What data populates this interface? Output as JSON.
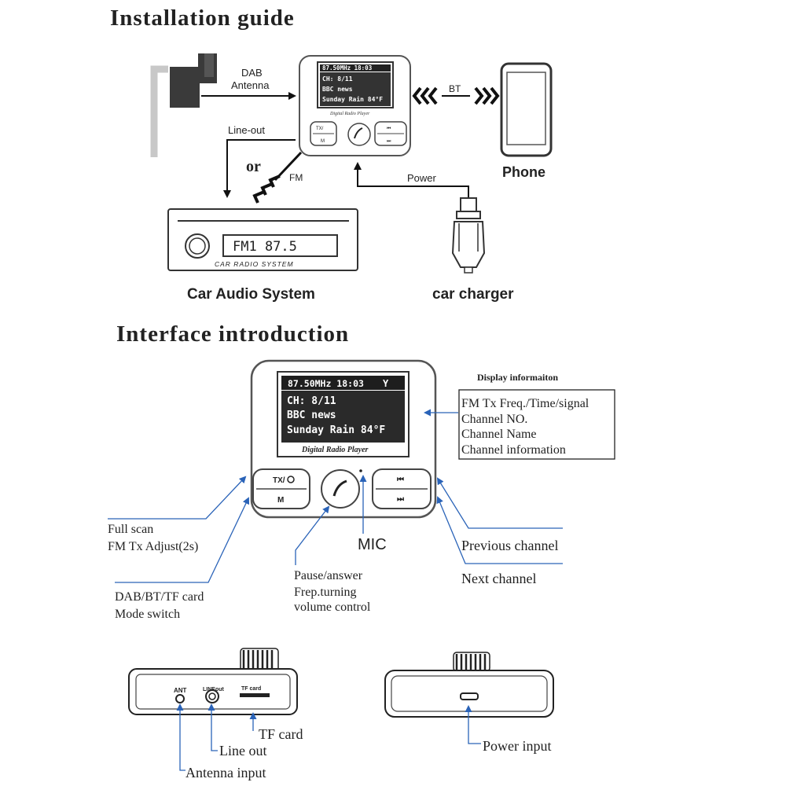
{
  "installation": {
    "title": "Installation guide",
    "dab_antenna_label_line1": "DAB",
    "dab_antenna_label_line2": "Antenna",
    "lineout_label": "Line-out",
    "or_label": "or",
    "fm_label": "FM",
    "bt_label": "BT",
    "power_label": "Power",
    "phone_label": "Phone",
    "car_audio_label": "Car Audio System",
    "car_charger_label": "car charger",
    "car_radio_display": "FM1  87.5",
    "car_radio_caption": "CAR RADIO SYSTEM"
  },
  "device": {
    "screen_line1": "87.50MHz  18:03",
    "screen_line2": "CH: 8/11",
    "screen_line3": "BBC news",
    "screen_line4": "Sunday Rain 84°F",
    "brand": "Digital Radio Player",
    "btn_tx": "TX/",
    "btn_m": "M"
  },
  "interface": {
    "title": "Interface introduction",
    "display_info_title": "Display informaiton",
    "display_info_items": [
      "FM Tx Freq./Time/signal",
      "Channel NO.",
      "Channel Name",
      "Channel information"
    ],
    "full_scan": "Full scan",
    "fm_tx_adjust": "FM Tx Adjust(2s)",
    "mode_switch_line1": "DAB/BT/TF card",
    "mode_switch_line2": "Mode switch",
    "pause_line1": "Pause/answer",
    "pause_line2": "Frep.turning",
    "pause_line3": "volume control",
    "mic": "MIC",
    "previous_channel": "Previous channel",
    "next_channel": "Next channel"
  },
  "ports": {
    "ant_port": "ANT",
    "lineout_port": "LINEout",
    "tf_port": "TF card",
    "tf_card": "TF card",
    "line_out": "Line out",
    "antenna_input": "Antenna input",
    "power_input": "Power input"
  }
}
